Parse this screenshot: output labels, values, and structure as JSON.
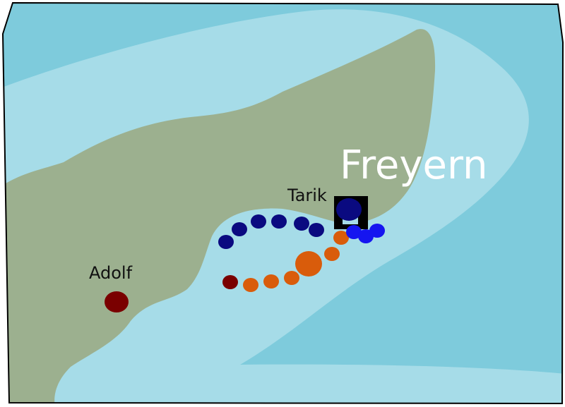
{
  "map": {
    "labels": {
      "region": "Freyern",
      "unit_tarik": "Tarik",
      "unit_adolf": "Adolf"
    },
    "colors": {
      "deep_water": "#7ecbdc",
      "shallow_water": "#a6dce8",
      "land": "#9cb08f",
      "border": "#000000",
      "region_label": "#ffffff",
      "unit_label": "#111111",
      "path_navy": "#0a0a80",
      "path_blue": "#1515f0",
      "path_orange": "#d95c0b",
      "adolf_unit": "#7a0000",
      "trail_start": "#7a0000"
    },
    "units": [
      {
        "name": "Tarik",
        "icon": "boxed-unit-icon",
        "color": "#0a0a80"
      },
      {
        "name": "Adolf",
        "icon": "unit-dot-icon",
        "color": "#7a0000"
      }
    ],
    "paths": [
      {
        "name": "navy-trail",
        "color": "#0a0a80",
        "dots": 6
      },
      {
        "name": "blue-trail",
        "color": "#1515f0",
        "dots": 3
      },
      {
        "name": "orange-trail",
        "color": "#d95c0b",
        "dots": 7
      }
    ]
  }
}
